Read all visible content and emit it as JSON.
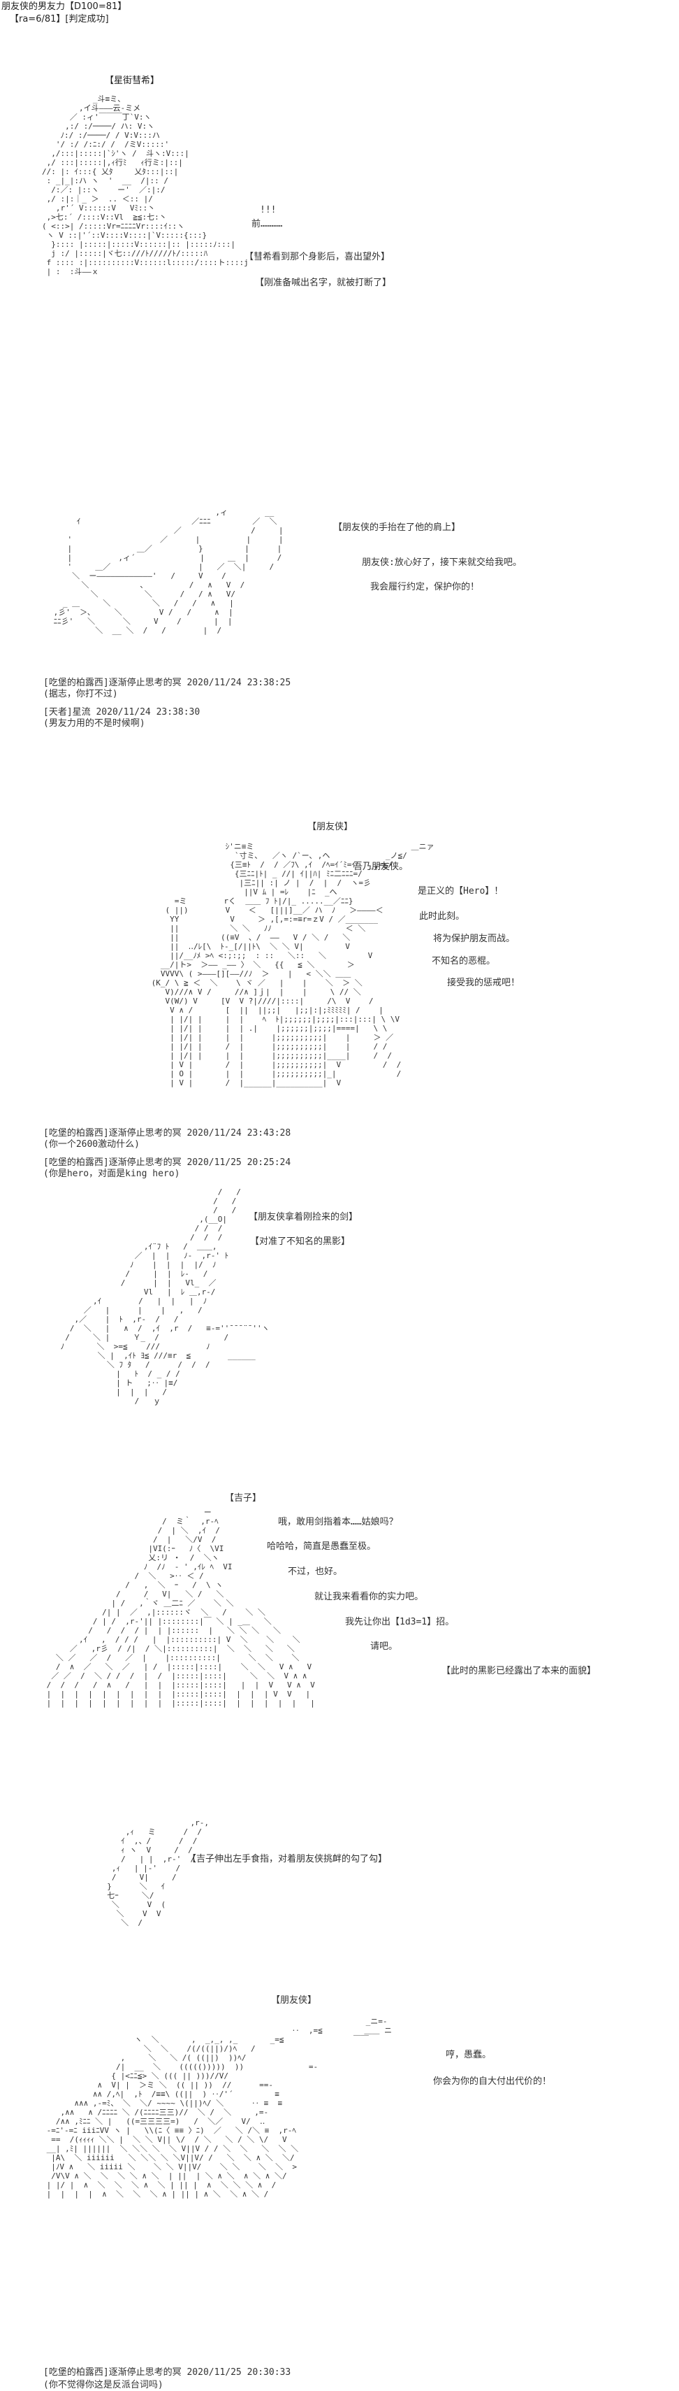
{
  "header": {
    "line1": "朋友侠的男友力【D100=81】",
    "line2": "【ra=6/81】[判定成功]"
  },
  "scene1": {
    "speaker": "【星街彗希】",
    "ex": "!!!",
    "l1": "前…………",
    "l2": "【彗希看到那个身影后，喜出望外】",
    "l3": "【刚准备喊出名字，就被打断了】"
  },
  "scene2": {
    "n1": "【朋友侠的手抬在了他的肩上】",
    "l1": "朋友侠:放心好了，接下来就交给我吧。",
    "l2": "我会履行约定，保护你的！"
  },
  "post1": {
    "meta": "[吃堡的柏露西]逐渐停止思考的冥 2020/11/24 23:38:25",
    "body": "(据志，你打不过)"
  },
  "post2": {
    "meta": "[天者]星流 2020/11/24 23:38:30",
    "body": "(男友力用的不是时候啊)"
  },
  "scene3": {
    "speaker": "【朋友侠】",
    "l1": "吾乃朋友侠。",
    "l2": "是正义的【Hero】！",
    "l3": "此时此刻。",
    "l4": "将为保护朋友而战。",
    "l5": "不知名的恶棍。",
    "l6": "接受我的惩戒吧！"
  },
  "post3": {
    "meta": "[吃堡的柏露西]逐渐停止思考的冥 2020/11/24 23:43:28",
    "body": "(你一个2600激动什么)"
  },
  "post4": {
    "meta": "[吃堡的柏露西]逐渐停止思考的冥 2020/11/25 20:25:24",
    "body": "(你是hero，对面是king hero)"
  },
  "scene4": {
    "n1": "【朋友侠拿着刚捡来的剑】",
    "n2": "【对准了不知名的黑影】"
  },
  "scene5": {
    "speaker": "【吉子】",
    "l1": "哦，敢用剑指着本……姑娘吗？",
    "l2": "哈哈哈，简直是愚蠢至极。",
    "l3": "不过，也好。",
    "l4": "就让我来看看你的实力吧。",
    "l5": "我先让你出【1d3=1】招。",
    "l6": "请吧。",
    "n1": "【此时的黑影已经露出了本来的面貌】"
  },
  "scene6": {
    "n1": "【吉子伸出左手食指，对着朋友侠挑衅的勾了勾】"
  },
  "scene7": {
    "speaker": "【朋友侠】",
    "l1": "哼，愚蠢。",
    "l2": "你会为你的自大付出代价的！"
  },
  "post5": {
    "meta": "[吃堡的柏露西]逐渐停止思考的冥 2020/11/25 20:30:33",
    "body": "(你不觉得你这是反派台词吗)"
  }
}
